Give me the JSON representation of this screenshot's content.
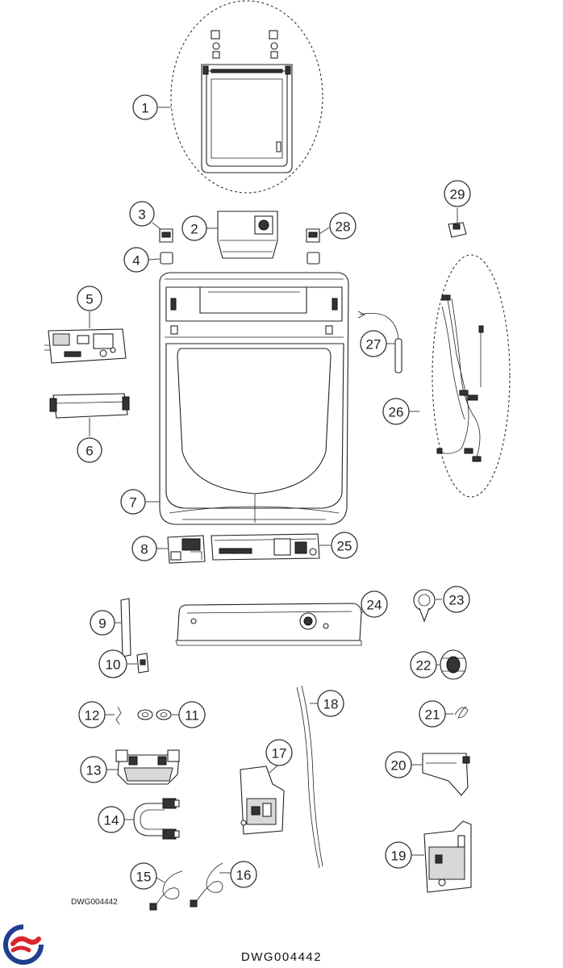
{
  "drawing_code": "DWG004442",
  "footer_code": "DWG004442",
  "callouts": [
    "1",
    "2",
    "3",
    "4",
    "5",
    "6",
    "7",
    "8",
    "9",
    "10",
    "11",
    "12",
    "13",
    "14",
    "15",
    "16",
    "17",
    "18",
    "19",
    "20",
    "21",
    "22",
    "23",
    "24",
    "25",
    "26",
    "27",
    "28",
    "29"
  ],
  "colors": {
    "logo_blue": "#1f3f8f",
    "logo_red": "#d9262c",
    "line": "#222222"
  }
}
